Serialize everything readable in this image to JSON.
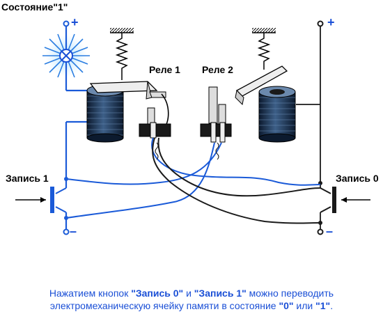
{
  "labels": {
    "state": "Состояние\"1\"",
    "relay1": "Реле 1",
    "relay2": "Реле 2",
    "write1": "Запись 1",
    "write0": "Запись 0",
    "plus_left": "+",
    "plus_right": "+",
    "minus_left": "–",
    "minus_right": "–"
  },
  "caption": {
    "part1": "Нажатием кнопок ",
    "btn0": "\"Запись 0\"",
    "part2": " и ",
    "btn1": "\"Запись 1\"",
    "part3": " можно переводить",
    "line2a": "электромеханическую ячейку памяти в состояние ",
    "st0": "\"0\"",
    "line2b": " или ",
    "st1": "\"1\"",
    "line2c": "."
  },
  "colors": {
    "wire_blue": "#1a5ad8",
    "wire_black": "#1a1a1a",
    "coil": "#1c2f4a",
    "accent": "#1a4fd6"
  }
}
